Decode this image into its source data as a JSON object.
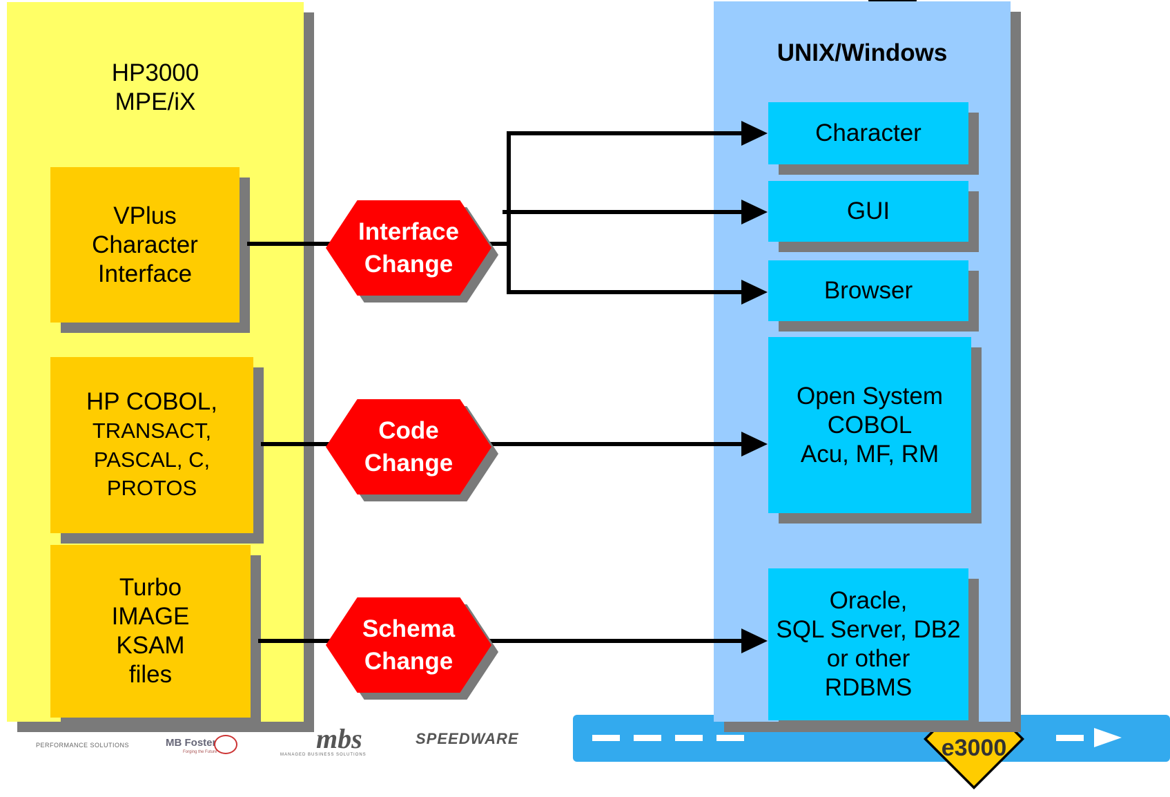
{
  "left_panel": {
    "title_line1": "HP3000",
    "title_line2": "MPE/iX",
    "box1": [
      "VPlus",
      "Character",
      "Interface"
    ],
    "box2": [
      "HP COBOL,",
      "TRANSACT,",
      "PASCAL, C,",
      "PROTOS"
    ],
    "box3": [
      "Turbo",
      "IMAGE",
      "KSAM",
      "files"
    ]
  },
  "right_panel": {
    "title": "UNIX/Windows",
    "character": "Character",
    "gui": "GUI",
    "browser": "Browser",
    "cobol": [
      "Open System",
      "COBOL",
      "Acu, MF, RM"
    ],
    "db": [
      "Oracle,",
      "SQL Server, DB2",
      "or other",
      "RDBMS"
    ]
  },
  "changes": {
    "interface": [
      "Interface",
      "Change"
    ],
    "code": [
      "Code",
      "Change"
    ],
    "schema": [
      "Schema",
      "Change"
    ]
  },
  "footer": {
    "performance": "PERFORMANCE SOLUTIONS",
    "mbfoster": "MB Foster",
    "mbfoster_tag": "Forging the Future",
    "mbs": "mbs",
    "mbs_sub": "MANAGED BUSINESS SOLUTIONS",
    "speedware": "SPEEDWARE",
    "road_sign": "e3000"
  },
  "colors": {
    "left_panel": "#ffff66",
    "right_panel": "#99ccff",
    "gold_box": "#ffcc00",
    "cyan_box": "#00ccff",
    "change_hex": "#ff0000",
    "road": "#33aaee",
    "sign": "#ffcc00"
  }
}
